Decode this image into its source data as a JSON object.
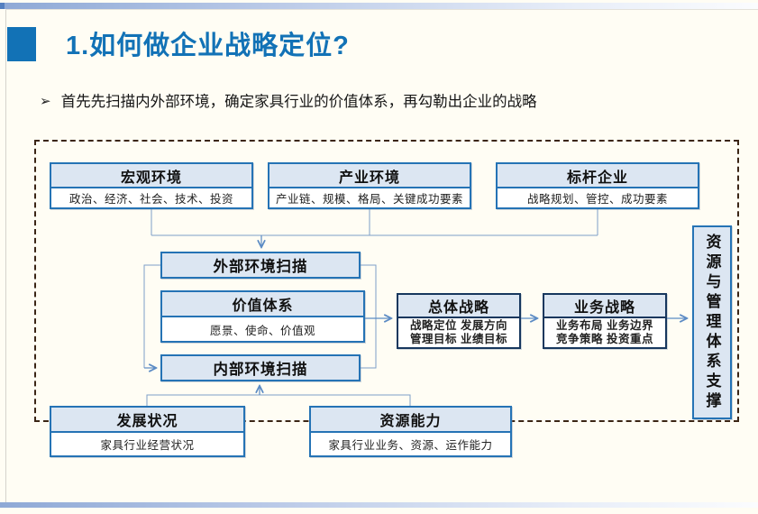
{
  "slide": {
    "title": "1.如何做企业战略定位?",
    "bullet_marker": "➢",
    "bullet": "首先先扫描内外部环境，确定家具行业的价值体系，再勾勒出企业的战略"
  },
  "diagram": {
    "top_row": [
      {
        "title": "宏观环境",
        "body": "政治、经济、社会、技术、投资"
      },
      {
        "title": "产业环境",
        "body": "产业链、规模、格局、关键成功要素"
      },
      {
        "title": "标杆企业",
        "body": "战略规划、管控、成功要素"
      }
    ],
    "scan": {
      "external": "外部环境扫描",
      "values_title": "价值体系",
      "values_body": "愿景、使命、价值观",
      "internal": "内部环境扫描"
    },
    "strategy": [
      {
        "title": "总体战略",
        "line1": "战略定位 发展方向",
        "line2": "管理目标 业绩目标"
      },
      {
        "title": "业务战略",
        "line1": "业务布局 业务边界",
        "line2": "竞争策略 投资重点"
      }
    ],
    "support_bar": "资源与管理体系支撑",
    "bottom_row": [
      {
        "title": "发展状况",
        "body": "家具行业经营状况"
      },
      {
        "title": "资源能力",
        "body": "家具行业业务、资源、运作能力"
      }
    ]
  },
  "colors": {
    "title_blue": "#1272b6",
    "box_border_blue": "#2573b5",
    "box_fill_blue": "#dce6f2",
    "strategy_border_navy": "#17375e",
    "connector_blue": "#5b8bc4",
    "dashed_frame_brown": "#3b2515"
  }
}
